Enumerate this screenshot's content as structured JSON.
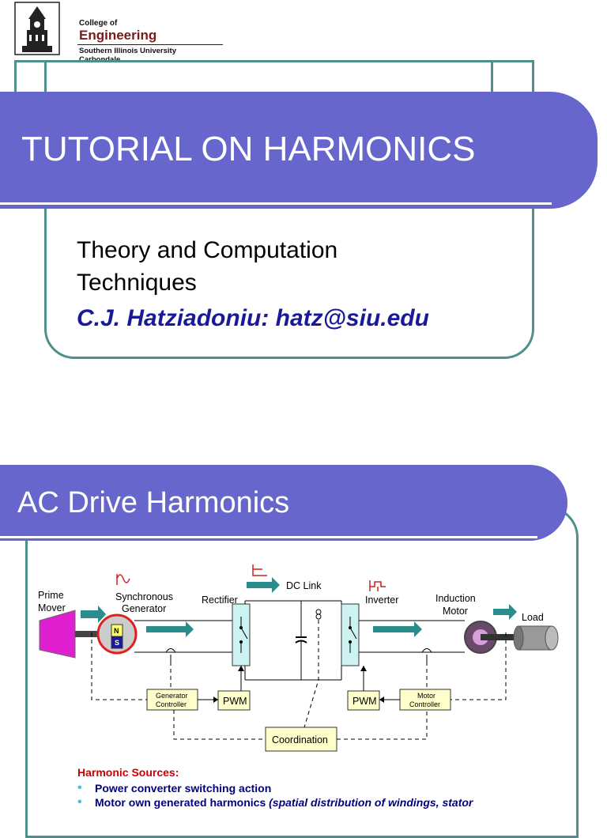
{
  "logo": {
    "line1": "College of",
    "line2": "Engineering",
    "line3": "Southern Illinois University Carbondale"
  },
  "slide1": {
    "title": "TUTORIAL ON HARMONICS",
    "subtitle_line1": "Theory and Computation",
    "subtitle_line2": "Techniques",
    "author": "C.J. Hatziadoniu: hatz@siu.edu"
  },
  "slide2": {
    "title": "AC Drive Harmonics",
    "diagram": {
      "prime_mover_1": "Prime",
      "prime_mover_2": "Mover",
      "sync_gen_1": "Synchronous",
      "sync_gen_2": "Generator",
      "rectifier": "Rectifier",
      "dc_link": "DC Link",
      "inverter": "Inverter",
      "induction_1": "Induction",
      "induction_2": "Motor",
      "load": "Load",
      "gen_ctrl_1": "Generator",
      "gen_ctrl_2": "Controller",
      "pwm_left": "PWM",
      "pwm_right": "PWM",
      "motor_ctrl_1": "Motor",
      "motor_ctrl_2": "Controller",
      "coordination": "Coordination",
      "magnet_n": "N",
      "magnet_s": "S"
    },
    "sources_heading": "Harmonic Sources:",
    "bullet1": "Power converter switching action",
    "bullet2_main": "Motor own generated harmonics ",
    "bullet2_italic": "(spatial distribution of windings, stator"
  }
}
